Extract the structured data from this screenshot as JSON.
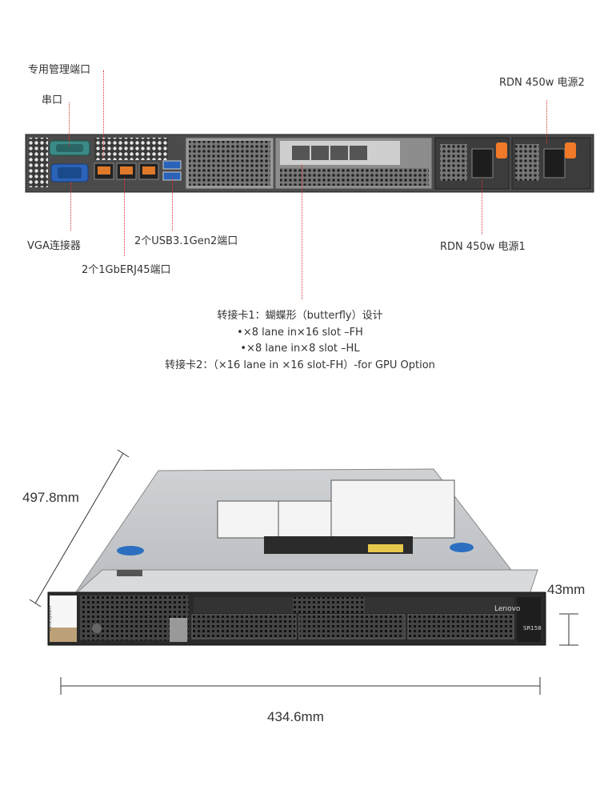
{
  "rear_labels": {
    "mgmt_port": "专用管理端口",
    "serial_port": "串口",
    "vga": "VGA连接器",
    "usb": "2个USB3.1Gen2端口",
    "rj45": "2个1GbERJ45端口",
    "psu2": "RDN 450w 电源2",
    "psu1": "RDN 450w 电源1"
  },
  "riser_lines": [
    "转接卡1：蝴蝶形（butterfly）设计",
    "•×8 lane in×16 slot –FH",
    "•×8 lane in×8 slot –HL",
    "转接卡2：（×16 lane in ×16 slot-FH）-for GPU Option"
  ],
  "dimensions": {
    "depth": "497.8mm",
    "height": "43mm",
    "width": "434.6mm"
  },
  "front_panel": {
    "brand": "Lenovo",
    "badge": "ThinkSystem",
    "model": "SR158"
  },
  "colors": {
    "accent_orange": "#f07a28",
    "vga_blue": "#2a63b8",
    "serial_teal": "#3a8a86",
    "leader_line": "#d33"
  }
}
